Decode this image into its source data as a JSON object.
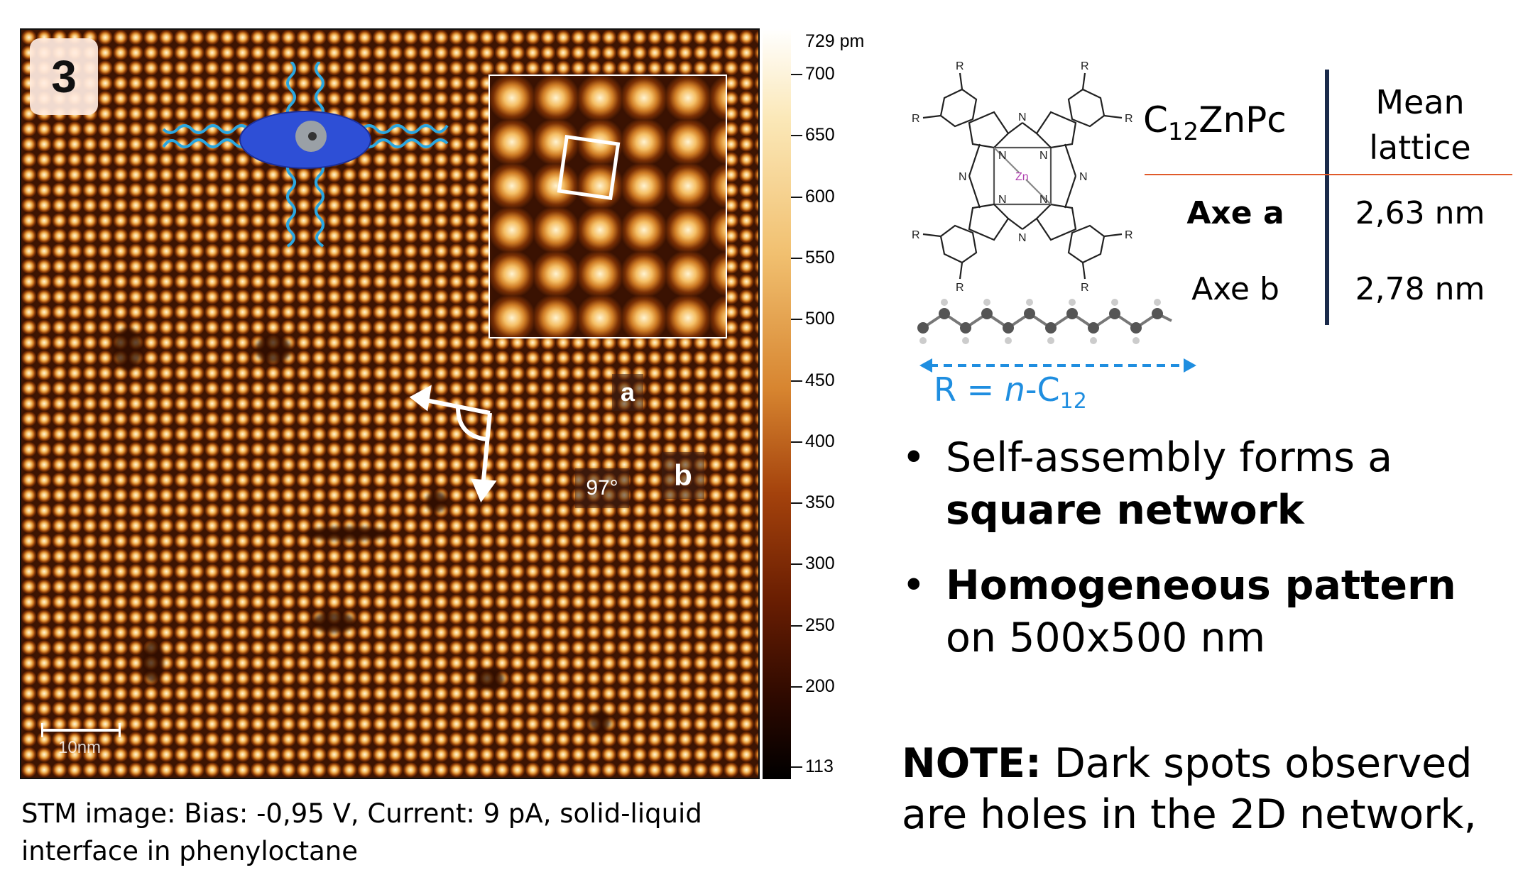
{
  "figure": {
    "badge": "3",
    "lattice_labels": {
      "a": "a",
      "b": "b",
      "angle": "97°"
    },
    "scale_bar": "10nm",
    "colorbar": {
      "unit_label": "729 pm",
      "ticks": [
        "700",
        "650",
        "600",
        "550",
        "500",
        "450",
        "400",
        "350",
        "300",
        "250",
        "200",
        "113"
      ]
    },
    "caption": "STM image: Bias: -0,95 V, Current: 9 pA, solid-liquid interface in phenyloctane"
  },
  "molecule": {
    "r_label": "R",
    "metal": "Zn",
    "n_label": "N",
    "substituent_prefix": "R = ",
    "substituent_italic": "n",
    "substituent_suffix": "-C",
    "substituent_subscript": "12"
  },
  "table": {
    "compound_prefix": "C",
    "compound_subscript": "12",
    "compound_suffix": "ZnPc",
    "header_line1": "Mean",
    "header_line2": "lattice",
    "rows": [
      {
        "label": "Axe a",
        "value": "2,63 nm"
      },
      {
        "label": "Axe b",
        "value": "2,78 nm"
      }
    ]
  },
  "bullets": [
    {
      "plain": "Self-assembly forms a ",
      "bold": "square network",
      "after": ""
    },
    {
      "bold": "Homogeneous pattern",
      "plain": " on 500x500 nm"
    }
  ],
  "note": {
    "bold": "NOTE:",
    "text": " Dark spots observed are holes in the 2D network,"
  },
  "colors": {
    "chain_arrow": "#1f8ee0",
    "table_rule": "#e05a2a",
    "table_divider": "#1a2a4a",
    "ellipse": "#2e4fd6"
  }
}
